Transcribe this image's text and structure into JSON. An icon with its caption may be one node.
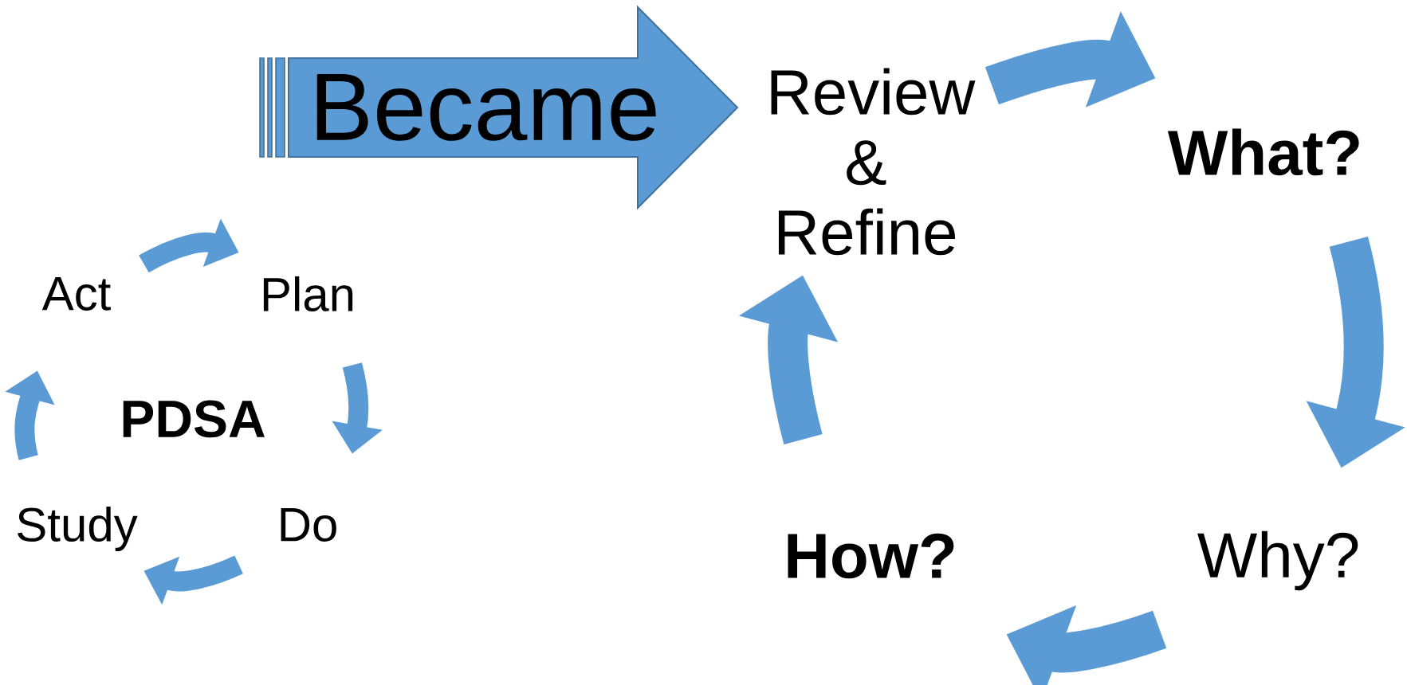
{
  "diagram": {
    "nodes": [
      {
        "text": [
          "Became"
        ]
      },
      {
        "text": [
          "Act"
        ]
      },
      {
        "text": [
          "Plan"
        ]
      },
      {
        "text": [
          "Do"
        ]
      },
      {
        "text": [
          "Study"
        ]
      },
      {
        "text": [
          "Review & Refine"
        ]
      },
      {
        "text": [
          "What?"
        ]
      },
      {
        "text": [
          "Why?"
        ]
      },
      {
        "text": [
          "How?"
        ]
      }
    ],
    "edges": [
      {
        "from": 1,
        "to": 2,
        "arrow": "to"
      },
      {
        "from": 2,
        "to": 3,
        "arrow": "to"
      },
      {
        "from": 3,
        "to": 4,
        "arrow": "to"
      },
      {
        "from": 4,
        "to": 1,
        "arrow": "to"
      },
      {
        "from": 5,
        "to": 6,
        "arrow": "to",
        "style": "thick"
      },
      {
        "from": 6,
        "to": 7,
        "arrow": "to",
        "style": "thick"
      },
      {
        "from": 7,
        "to": 8,
        "arrow": "to",
        "style": "thick"
      },
      {
        "from": 8,
        "to": 5,
        "arrow": "to",
        "style": "thick"
      }
    ],
    "labels": [
      "PDSA"
    ]
  }
}
